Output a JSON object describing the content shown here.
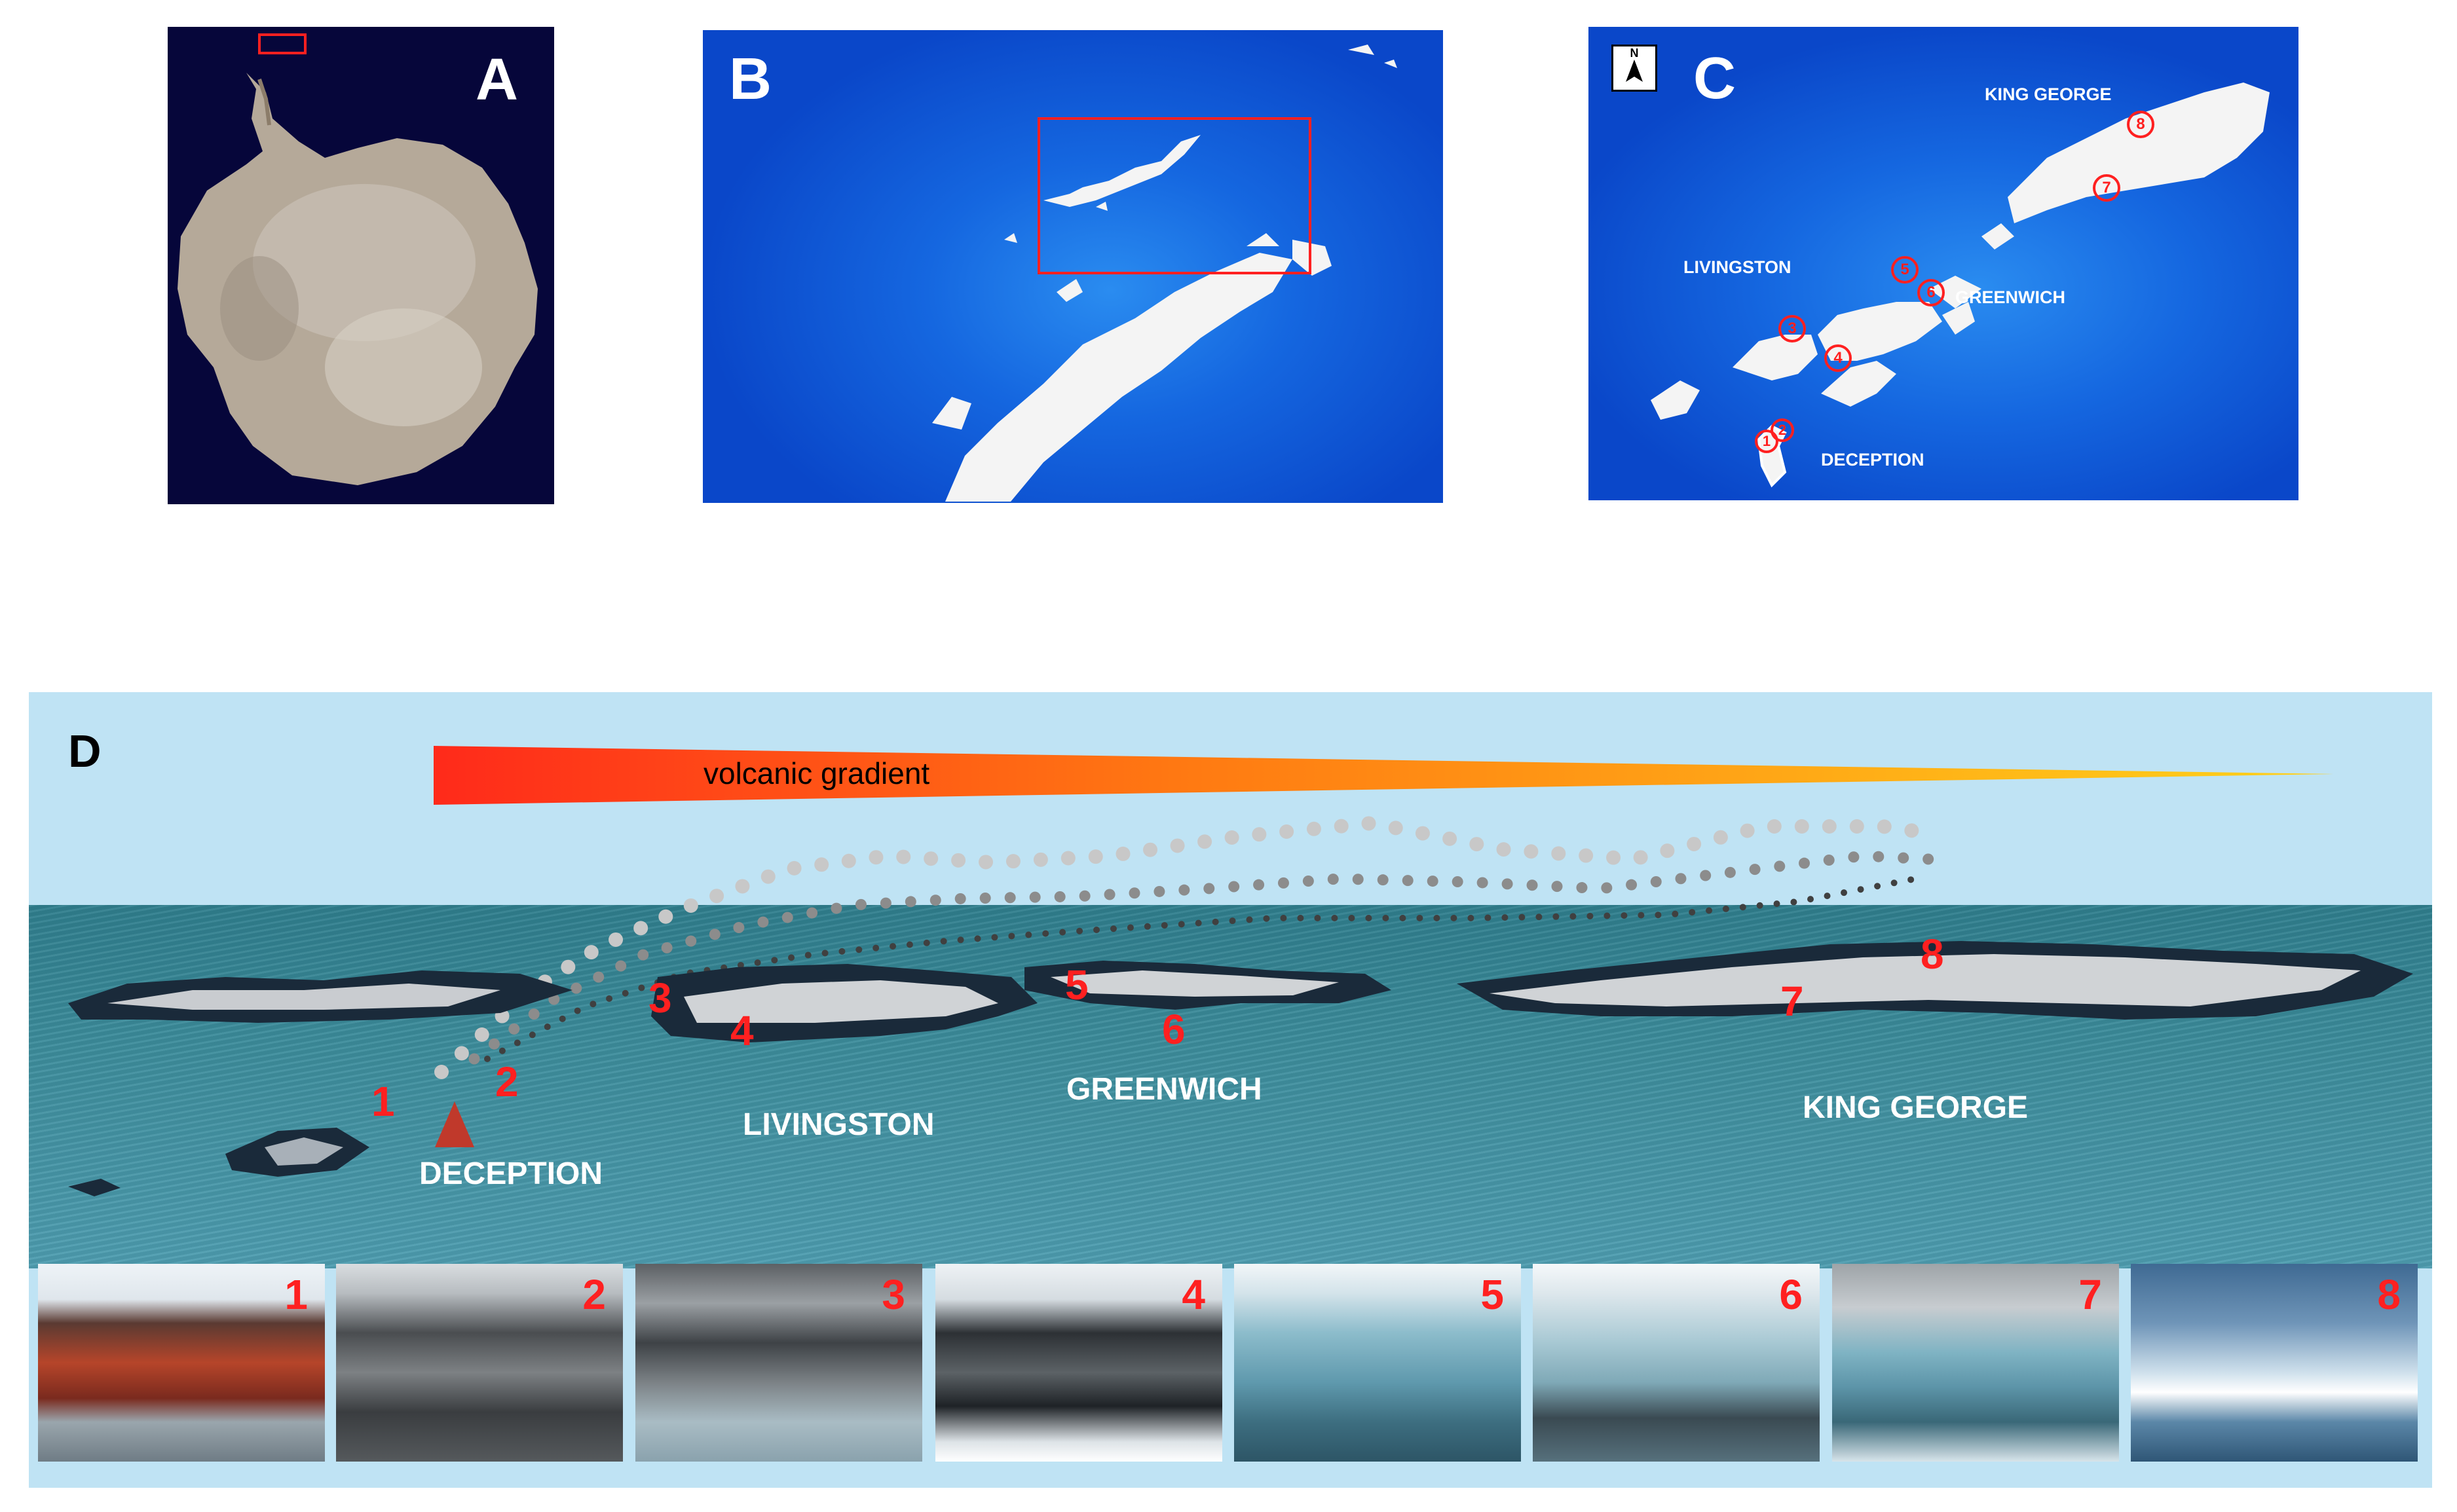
{
  "panels": {
    "a": {
      "label": "A"
    },
    "b": {
      "label": "B"
    },
    "c": {
      "label": "C",
      "north": "N",
      "islands": {
        "king_george": "KING GEORGE",
        "livingston": "LIVINGSTON",
        "greenwich": "GREENWICH",
        "deception": "DECEPTION"
      },
      "sites": [
        "1",
        "2",
        "3",
        "4",
        "5",
        "6",
        "7",
        "8"
      ]
    },
    "d": {
      "label": "D",
      "gradient_label": "volcanic gradient",
      "islands": {
        "deception": "DECEPTION",
        "livingston": "LIVINGSTON",
        "greenwich": "GREENWICH",
        "king_george": "KING GEORGE"
      },
      "sites": [
        "1",
        "2",
        "3",
        "4",
        "5",
        "6",
        "7",
        "8"
      ]
    }
  },
  "photos": [
    "1",
    "2",
    "3",
    "4",
    "5",
    "6",
    "7",
    "8"
  ],
  "colors": {
    "ocean_dark": "#0a47c9",
    "ocean_light": "#2a8cf0",
    "antarctica_bg": "#06063a",
    "marker_red": "#ff2020",
    "gradient_start": "#ff2a1a",
    "gradient_end": "#ffc21a",
    "sea_d": "#3d8d9c",
    "sky_d": "#bfe3f4"
  }
}
